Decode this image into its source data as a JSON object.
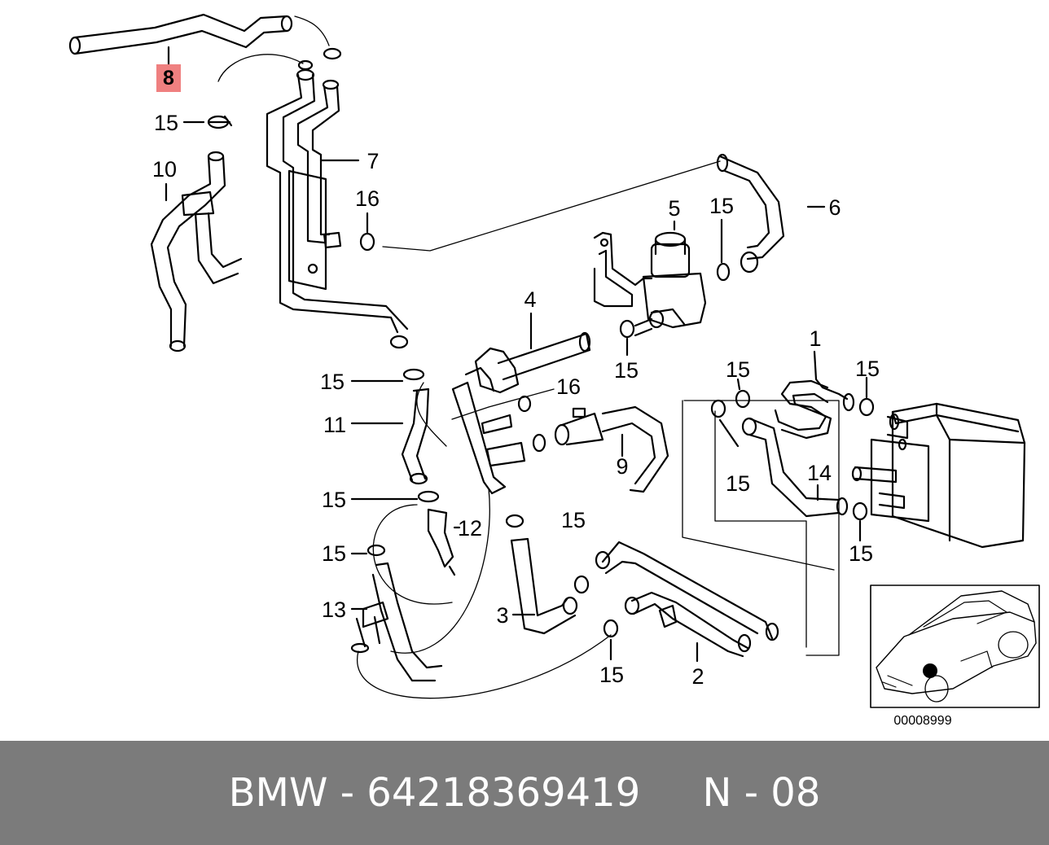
{
  "diagram": {
    "highlight_color": "#ef8080",
    "labels": {
      "p8": "8",
      "p15_a": "15",
      "p10": "10",
      "p7": "7",
      "p16_a": "16",
      "p5": "5",
      "p15_b": "15",
      "p6": "6",
      "p4": "4",
      "p15_c": "15",
      "p1": "1",
      "p15_d": "15",
      "p15_e": "15",
      "p15_f": "15",
      "p16_b": "16",
      "p11": "11",
      "p9": "9",
      "p15_g": "15",
      "p14": "14",
      "p15_h": "15",
      "p15_i": "15",
      "p12": "12",
      "p15_j": "15",
      "p15_k": "15",
      "p13": "13",
      "p3": "3",
      "p15_l": "15",
      "p2": "2"
    },
    "inset_ref": "00008999"
  },
  "footer": {
    "brand": "BMW",
    "separator": "-",
    "part_number": "64218369419",
    "code": "N - 08"
  }
}
